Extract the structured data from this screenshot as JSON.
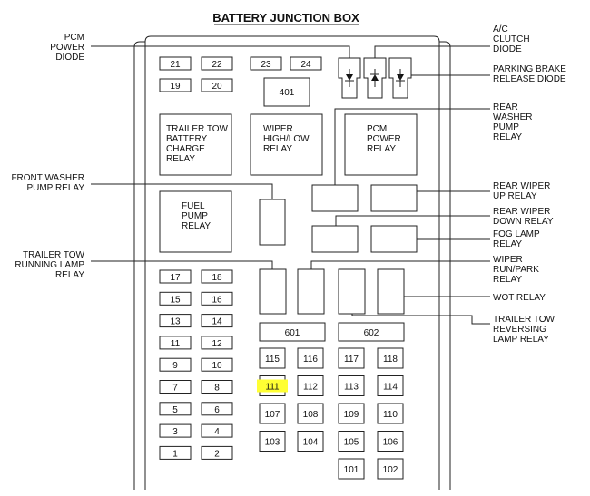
{
  "title": "BATTERY JUNCTION BOX",
  "highlight_color": "#ffff33",
  "external_labels": {
    "pcm_power_diode": [
      "PCM",
      "POWER",
      "DIODE"
    ],
    "front_washer_pump_relay": [
      "FRONT WASHER",
      "PUMP RELAY"
    ],
    "trailer_tow_running_lamp_relay": [
      "TRAILER TOW",
      "RUNNING LAMP",
      "RELAY"
    ],
    "ac_clutch_diode": [
      "A/C",
      "CLUTCH",
      "DIODE"
    ],
    "parking_brake_release_diode": [
      "PARKING BRAKE",
      "RELEASE DIODE"
    ],
    "rear_washer_pump_relay": [
      "REAR",
      "WASHER",
      "PUMP",
      "RELAY"
    ],
    "rear_wiper_up_relay": [
      "REAR WIPER",
      "UP RELAY"
    ],
    "rear_wiper_down_relay": [
      "REAR WIPER",
      "DOWN RELAY"
    ],
    "fog_lamp_relay": [
      "FOG LAMP",
      "RELAY"
    ],
    "wiper_run_park_relay": [
      "WIPER",
      "RUN/PARK",
      "RELAY"
    ],
    "wot_relay": [
      "WOT RELAY"
    ],
    "trailer_tow_reversing_lamp_relay": [
      "TRAILER TOW",
      "REVERSING",
      "LAMP RELAY"
    ]
  },
  "internal_labels": {
    "trailer_tow_battery_charge_relay": [
      "TRAILER TOW",
      "BATTERY",
      "CHARGE",
      "RELAY"
    ],
    "wiper_high_low_relay": [
      "WIPER",
      "HIGH/LOW",
      "RELAY"
    ],
    "pcm_power_relay": [
      "PCM",
      "POWER",
      "RELAY"
    ],
    "fuel_pump_relay": [
      "FUEL",
      "PUMP",
      "RELAY"
    ]
  },
  "fuses": {
    "top_row": [
      "21",
      "22",
      "23",
      "24"
    ],
    "second_row": [
      "19",
      "20"
    ],
    "big_401": "401",
    "left_column": [
      [
        "17",
        "18"
      ],
      [
        "15",
        "16"
      ],
      [
        "13",
        "14"
      ],
      [
        "11",
        "12"
      ],
      [
        "9",
        "10"
      ],
      [
        "7",
        "8"
      ],
      [
        "5",
        "6"
      ],
      [
        "3",
        "4"
      ],
      [
        "1",
        "2"
      ]
    ],
    "cartridge_601": "601",
    "cartridge_602": "602",
    "mini_grid": [
      [
        "115",
        "116",
        "117",
        "118"
      ],
      [
        "111",
        "112",
        "113",
        "114"
      ],
      [
        "107",
        "108",
        "109",
        "110"
      ],
      [
        "103",
        "104",
        "105",
        "106"
      ],
      [
        "",
        "",
        "101",
        "102"
      ]
    ],
    "highlighted": "111"
  }
}
